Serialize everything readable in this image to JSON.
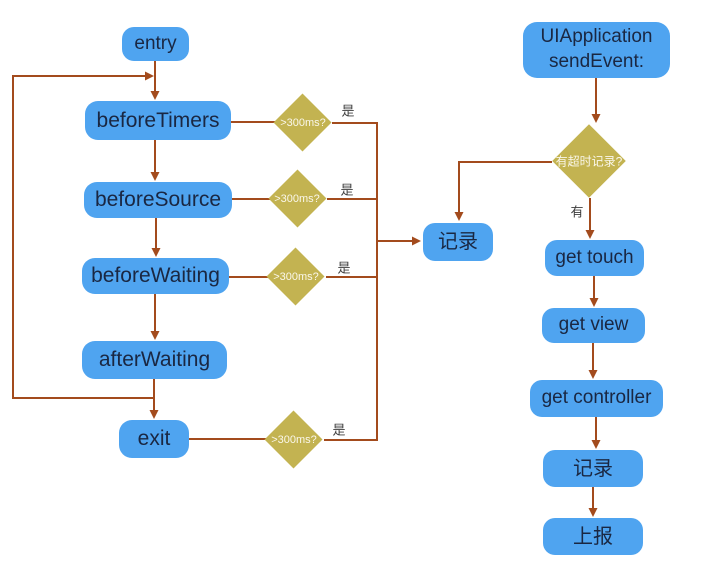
{
  "diagram": {
    "nodes": {
      "entry": "entry",
      "before_timers": "beforeTimers",
      "before_source": "beforeSource",
      "before_waiting": "beforeWaiting",
      "after_waiting": "afterWaiting",
      "exit": "exit",
      "record_mid": "记录",
      "ui_application_line1": "UIApplication",
      "ui_application_line2": "sendEvent:",
      "get_touch": "get touch",
      "get_view": "get view",
      "get_controller": "get controller",
      "record_right": "记录",
      "report": "上报"
    },
    "decisions": {
      "timer_check_1": ">300ms?",
      "timer_check_2": ">300ms?",
      "timer_check_3": ">300ms?",
      "timer_check_4": ">300ms?",
      "has_timeout_record": "有超时记录?"
    },
    "edge_labels": {
      "yes_1": "是",
      "yes_2": "是",
      "yes_3": "是",
      "yes_4": "是",
      "has": "有"
    },
    "colors": {
      "node_fill": "#4FA4F0",
      "node_text": "#1A2742",
      "diamond_fill": "#C3B351",
      "diamond_text": "#FAF7EA",
      "arrow": "#A34B1D",
      "label_text": "#3D3D3D",
      "background": "#FFFFFF"
    }
  }
}
